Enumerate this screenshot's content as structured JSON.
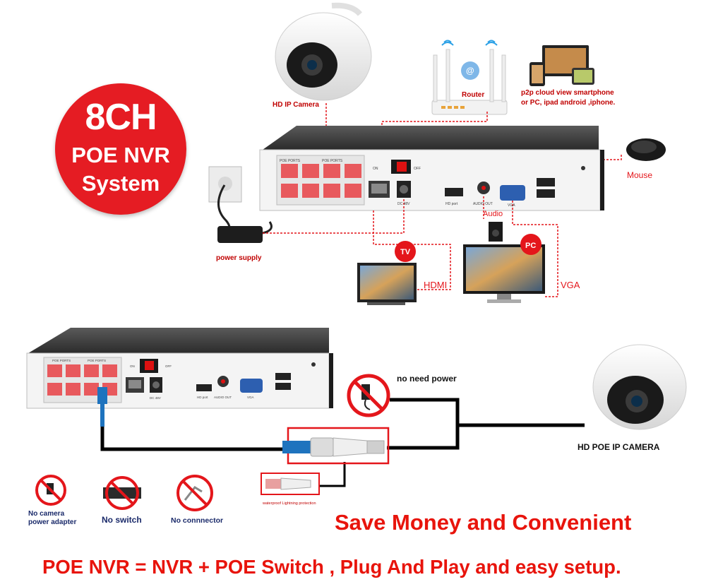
{
  "badge": {
    "line1": "8CH",
    "line2": "POE NVR",
    "line3": "System"
  },
  "labels": {
    "camera_top": "HD IP Camera",
    "router": "Router",
    "cloud_line1": "p2p cloud  view smartphone",
    "cloud_line2": "or PC, ipad android ,iphone.",
    "mouse": "Mouse",
    "power_supply": "power supply",
    "tv": "TV",
    "pc": "PC",
    "audio": "Audio",
    "hdmi": "HDMI",
    "vga": "VGA",
    "no_need_power": "no need power",
    "hd_poe_camera": "HD POE IP CAMERA",
    "waterproof": "waterproof Lightning protection",
    "no_camera_adapter_1": "No camera",
    "no_camera_adapter_2": "power adapter",
    "no_switch": "No switch",
    "no_connector": "No connnector",
    "save_money": "Save Money and Convenient",
    "bottom_line": "POE NVR = NVR + POE Switch , Plug And Play and easy setup."
  },
  "nvr_panel": {
    "poe_ports": "POE PORTS",
    "on": "ON",
    "off": "OFF",
    "dc": "DC 48V",
    "hd_port": "HD port",
    "audio_out": "AUDIO OUT",
    "vga": "VGA"
  },
  "colors": {
    "accent_red": "#e51c23",
    "line_red": "#e4161b",
    "wire": "#000000",
    "cable_blue": "#1e73be"
  }
}
